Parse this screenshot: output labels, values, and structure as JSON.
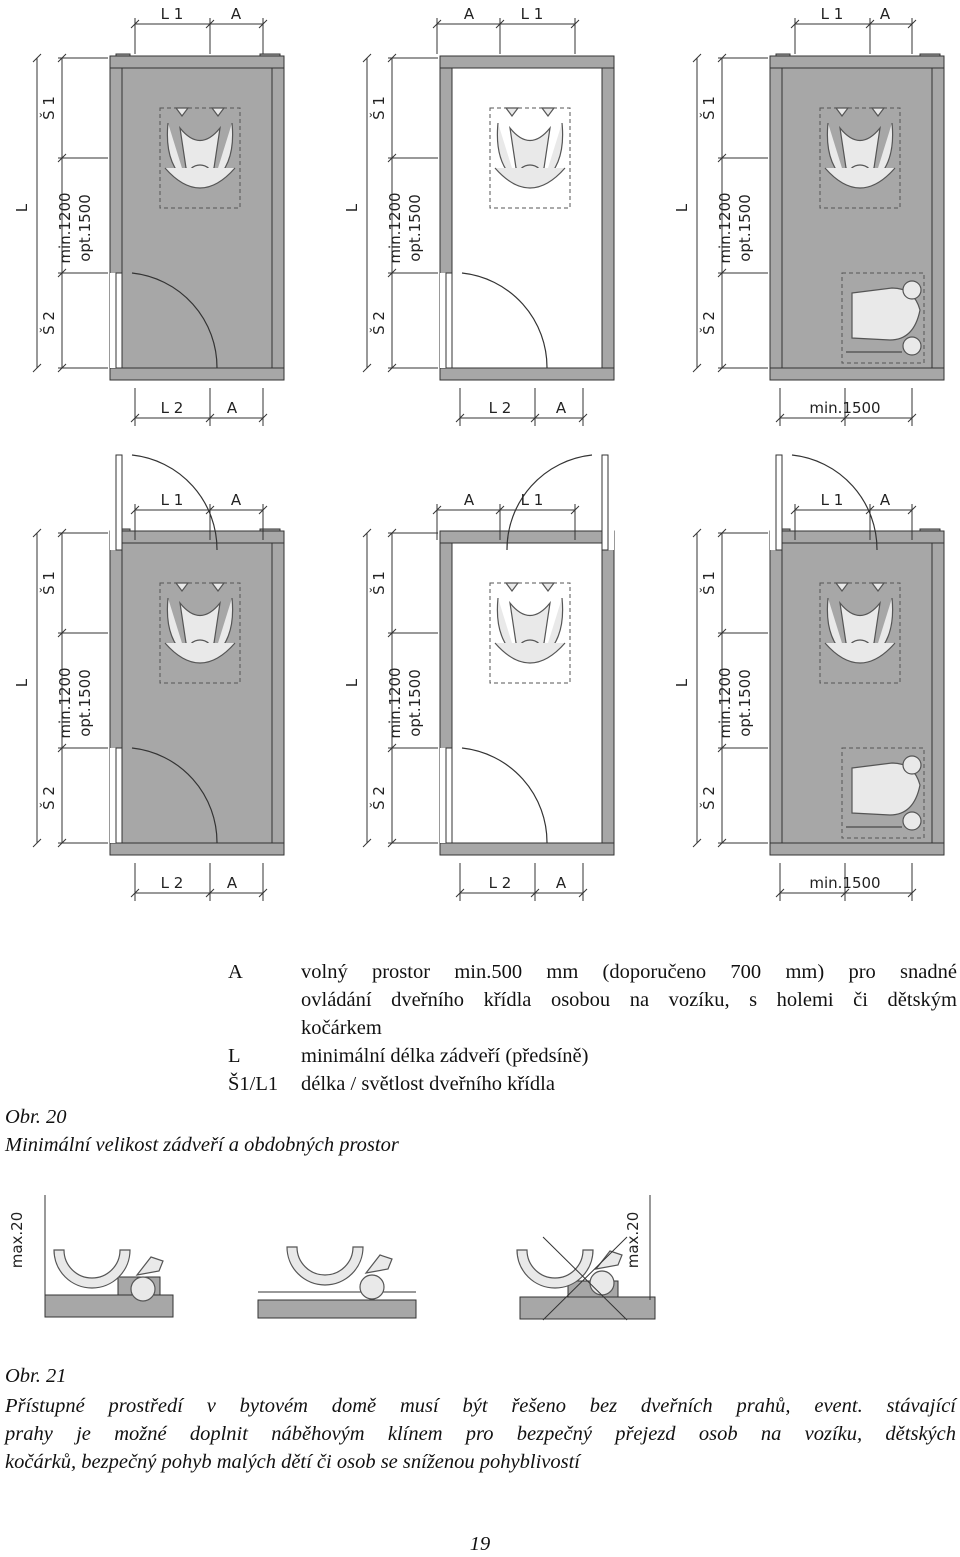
{
  "figure20": {
    "labels": {
      "L1": "L 1",
      "A": "A",
      "L2": "L 2",
      "L": "L",
      "S1": "Š 1",
      "S2": "Š 2",
      "min1200": "min.1200",
      "opt1500": "opt.1500",
      "min1500": "min.1500"
    }
  },
  "figure21": {
    "labels": {
      "max20": "max.20"
    }
  },
  "legend": [
    {
      "key": "A",
      "lines": [
        "volný prostor min.500 mm (doporučeno 700 mm) pro snadné",
        "ovládání dveřního křídla osobou na vozíku, s holemi či dětským",
        "kočárkem"
      ]
    },
    {
      "key": "L",
      "lines": [
        "minimální délka zádveří (předsíně)"
      ]
    },
    {
      "key": "Š1/L1",
      "lines": [
        "délka / světlost dveřního křídla"
      ]
    }
  ],
  "caption20": {
    "number": "Obr. 20",
    "text": "Minimální velikost zádveří a obdobných prostor"
  },
  "caption21": {
    "number": "Obr. 21",
    "lines": [
      "Přístupné prostředí v bytovém domě musí být řešeno bez dveřních prahů, event. stávající",
      "prahy je možné doplnit náběhovým klínem pro bezpečný přejezd osob na vozíku, dětských",
      "kočárků, bezpečný pohyb malých dětí či osob se sníženou pohyblivostí"
    ]
  },
  "page_number": "19"
}
